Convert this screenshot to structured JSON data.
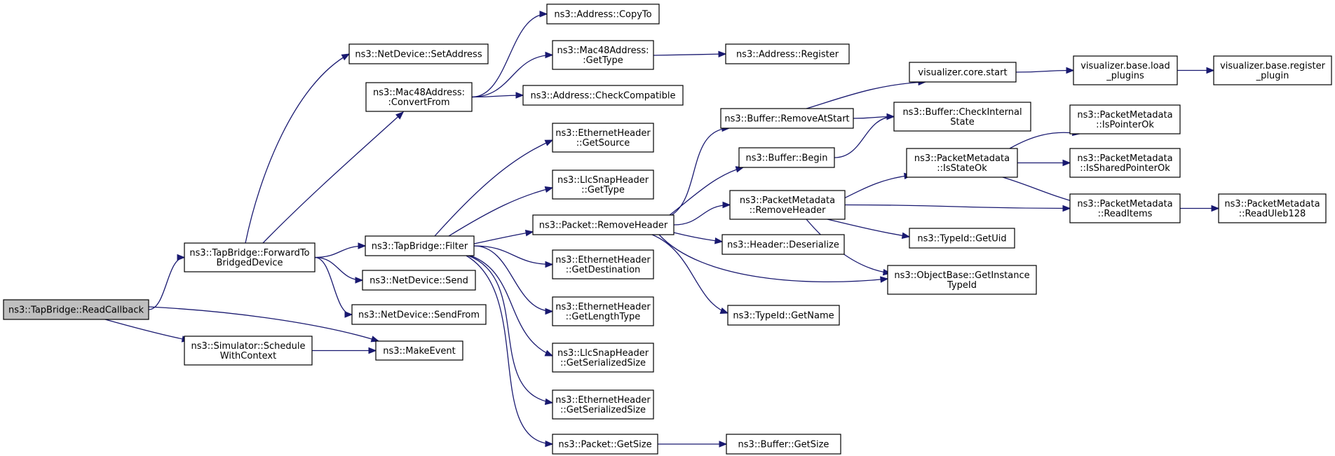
{
  "nodes": [
    {
      "id": "readcallback",
      "lines": [
        "ns3::TapBridge::ReadCallback"
      ],
      "root": true
    },
    {
      "id": "forwardto",
      "lines": [
        "ns3::TapBridge::ForwardTo",
        "BridgedDevice"
      ]
    },
    {
      "id": "schedule",
      "lines": [
        "ns3::Simulator::Schedule",
        "WithContext"
      ]
    },
    {
      "id": "makeevent",
      "lines": [
        "ns3::MakeEvent"
      ]
    },
    {
      "id": "setaddress",
      "lines": [
        "ns3::NetDevice::SetAddress"
      ]
    },
    {
      "id": "convertfrom",
      "lines": [
        "ns3::Mac48Address:",
        ":ConvertFrom"
      ]
    },
    {
      "id": "filter",
      "lines": [
        "ns3::TapBridge::Filter"
      ]
    },
    {
      "id": "send",
      "lines": [
        "ns3::NetDevice::Send"
      ]
    },
    {
      "id": "sendfrom",
      "lines": [
        "ns3::NetDevice::SendFrom"
      ]
    },
    {
      "id": "copyto",
      "lines": [
        "ns3::Address::CopyTo"
      ]
    },
    {
      "id": "mac48gettype",
      "lines": [
        "ns3::Mac48Address:",
        ":GetType"
      ]
    },
    {
      "id": "checkcompat",
      "lines": [
        "ns3::Address::CheckCompatible"
      ]
    },
    {
      "id": "register",
      "lines": [
        "ns3::Address::Register"
      ]
    },
    {
      "id": "ethgetsource",
      "lines": [
        "ns3::EthernetHeader",
        "::GetSource"
      ]
    },
    {
      "id": "llcgettype",
      "lines": [
        "ns3::LlcSnapHeader",
        "::GetType"
      ]
    },
    {
      "id": "removeheader",
      "lines": [
        "ns3::Packet::RemoveHeader"
      ]
    },
    {
      "id": "ethgetdest",
      "lines": [
        "ns3::EthernetHeader",
        "::GetDestination"
      ]
    },
    {
      "id": "ethgetlentype",
      "lines": [
        "ns3::EthernetHeader",
        "::GetLengthType"
      ]
    },
    {
      "id": "llcgetser",
      "lines": [
        "ns3::LlcSnapHeader",
        "::GetSerializedSize"
      ]
    },
    {
      "id": "ethgetser",
      "lines": [
        "ns3::EthernetHeader",
        "::GetSerializedSize"
      ]
    },
    {
      "id": "packetgetsize",
      "lines": [
        "ns3::Packet::GetSize"
      ]
    },
    {
      "id": "removeatstart",
      "lines": [
        "ns3::Buffer::RemoveAtStart"
      ]
    },
    {
      "id": "bufbegin",
      "lines": [
        "ns3::Buffer::Begin"
      ]
    },
    {
      "id": "pmremoveheader",
      "lines": [
        "ns3::PacketMetadata",
        "::RemoveHeader"
      ]
    },
    {
      "id": "deserialize",
      "lines": [
        "ns3::Header::Deserialize"
      ]
    },
    {
      "id": "gettypename",
      "lines": [
        "ns3::TypeId::GetName"
      ]
    },
    {
      "id": "bufgetsize",
      "lines": [
        "ns3::Buffer::GetSize"
      ]
    },
    {
      "id": "vizstart",
      "lines": [
        "visualizer.core.start"
      ]
    },
    {
      "id": "checkinternal",
      "lines": [
        "ns3::Buffer::CheckInternal",
        "State"
      ]
    },
    {
      "id": "isstateok",
      "lines": [
        "ns3::PacketMetadata",
        "::IsStateOk"
      ]
    },
    {
      "id": "getuid",
      "lines": [
        "ns3::TypeId::GetUid"
      ]
    },
    {
      "id": "getinstance",
      "lines": [
        "ns3::ObjectBase::GetInstance",
        "TypeId"
      ]
    },
    {
      "id": "loadplugins",
      "lines": [
        "visualizer.base.load",
        "_plugins"
      ]
    },
    {
      "id": "registerplugin",
      "lines": [
        "visualizer.base.register",
        "_plugin"
      ]
    },
    {
      "id": "ispointerok",
      "lines": [
        "ns3::PacketMetadata",
        "::IsPointerOk"
      ]
    },
    {
      "id": "issharedptr",
      "lines": [
        "ns3::PacketMetadata",
        "::IsSharedPointerOk"
      ]
    },
    {
      "id": "readitems",
      "lines": [
        "ns3::PacketMetadata",
        "::ReadItems"
      ]
    },
    {
      "id": "readuleb",
      "lines": [
        "ns3::PacketMetadata",
        "::ReadUleb128"
      ]
    }
  ],
  "edges": [
    [
      "readcallback",
      "forwardto"
    ],
    [
      "readcallback",
      "makeevent"
    ],
    [
      "readcallback",
      "schedule"
    ],
    [
      "forwardto",
      "setaddress"
    ],
    [
      "forwardto",
      "convertfrom"
    ],
    [
      "forwardto",
      "filter"
    ],
    [
      "forwardto",
      "send"
    ],
    [
      "forwardto",
      "sendfrom"
    ],
    [
      "schedule",
      "makeevent"
    ],
    [
      "convertfrom",
      "copyto"
    ],
    [
      "convertfrom",
      "mac48gettype"
    ],
    [
      "convertfrom",
      "checkcompat"
    ],
    [
      "mac48gettype",
      "register"
    ],
    [
      "filter",
      "ethgetsource"
    ],
    [
      "filter",
      "llcgettype"
    ],
    [
      "filter",
      "removeheader"
    ],
    [
      "filter",
      "ethgetdest"
    ],
    [
      "filter",
      "ethgetlentype"
    ],
    [
      "filter",
      "llcgetser"
    ],
    [
      "filter",
      "ethgetser"
    ],
    [
      "filter",
      "packetgetsize"
    ],
    [
      "removeheader",
      "removeatstart"
    ],
    [
      "removeheader",
      "bufbegin"
    ],
    [
      "removeheader",
      "pmremoveheader"
    ],
    [
      "removeheader",
      "deserialize"
    ],
    [
      "removeheader",
      "getinstance"
    ],
    [
      "removeheader",
      "gettypename"
    ],
    [
      "packetgetsize",
      "bufgetsize"
    ],
    [
      "removeatstart",
      "vizstart"
    ],
    [
      "removeatstart",
      "checkinternal"
    ],
    [
      "bufbegin",
      "checkinternal"
    ],
    [
      "vizstart",
      "loadplugins"
    ],
    [
      "loadplugins",
      "registerplugin"
    ],
    [
      "pmremoveheader",
      "isstateok"
    ],
    [
      "pmremoveheader",
      "readitems"
    ],
    [
      "pmremoveheader",
      "getuid"
    ],
    [
      "pmremoveheader",
      "getinstance"
    ],
    [
      "isstateok",
      "ispointerok"
    ],
    [
      "isstateok",
      "issharedptr"
    ],
    [
      "isstateok",
      "readitems"
    ],
    [
      "readitems",
      "readuleb"
    ]
  ]
}
